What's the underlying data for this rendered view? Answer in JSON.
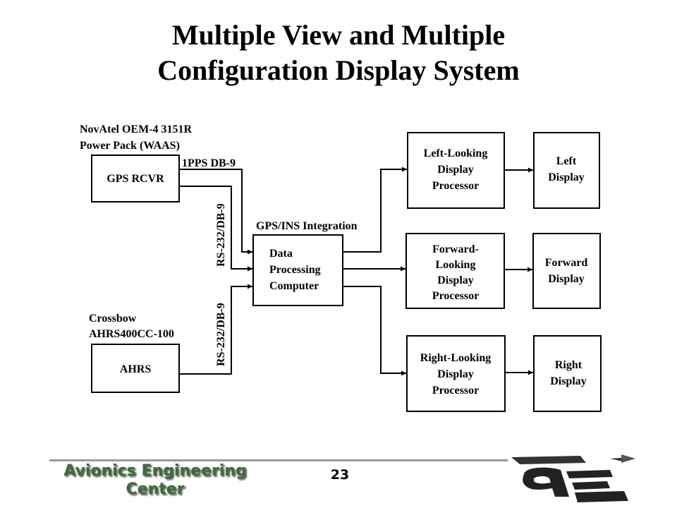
{
  "title": {
    "line1": "Multiple View and Multiple",
    "line2": "Configuration Display System"
  },
  "diagram": {
    "gps_source": {
      "line1": "NovAtel OEM-4 3151R",
      "line2": "Power Pack (WAAS)"
    },
    "gps_box": "GPS RCVR",
    "pps_label": "1PPS DB-9",
    "rs232_top": "RS-232/DB-9",
    "rs232_bottom": "RS-232/DB-9",
    "ahrs_source": {
      "line1": "Crossbow",
      "line2": "AHRS400CC-100"
    },
    "ahrs_box": "AHRS",
    "integration_label": "GPS/INS Integration",
    "dpc": {
      "line1": "Data",
      "line2": "Processing",
      "line3": "Computer"
    },
    "left_proc": {
      "line1": "Left-Looking",
      "line2": "Display",
      "line3": "Processor"
    },
    "forward_proc": {
      "line1": "Forward-",
      "line2": "Looking",
      "line3": "Display",
      "line4": "Processor"
    },
    "right_proc": {
      "line1": "Right-Looking",
      "line2": "Display",
      "line3": "Processor"
    },
    "left_display": {
      "line1": "Left",
      "line2": "Display"
    },
    "forward_display": {
      "line1": "Forward",
      "line2": "Display"
    },
    "right_display": {
      "line1": "Right",
      "line2": "Display"
    }
  },
  "footer": {
    "org_line1": "Avionics Engineering",
    "org_line2": "Center",
    "page_number": "23",
    "logo_icon": "aec-logo-icon",
    "org_color": "#3f6b3c"
  }
}
